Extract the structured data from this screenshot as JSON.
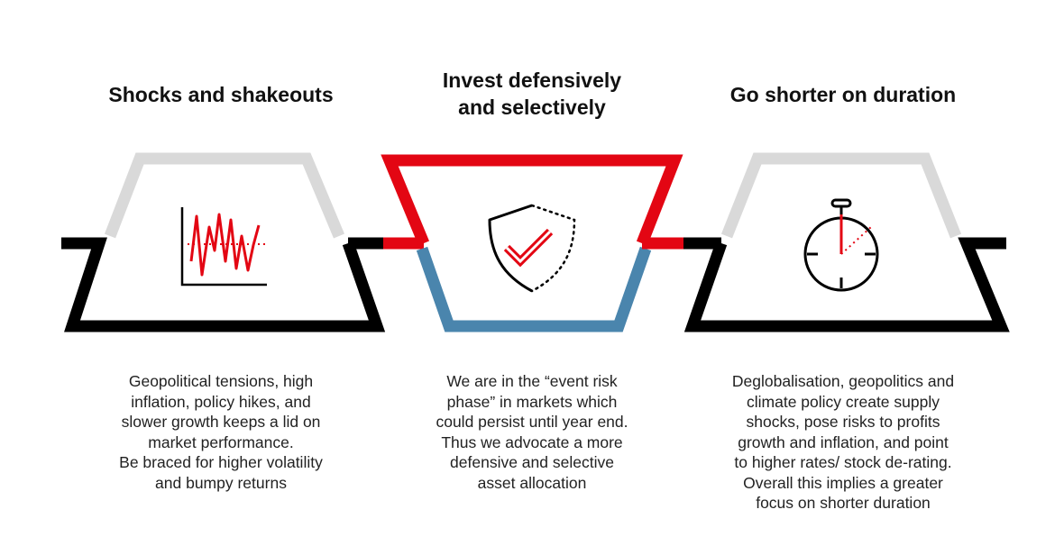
{
  "panels": [
    {
      "title_lines": [
        "Shocks and shakeouts"
      ],
      "icon": "volatile-line-chart-icon",
      "desc_lines": [
        "Geopolitical tensions, high",
        "inflation, policy hikes, and",
        "slower growth keeps a lid on",
        "market performance.",
        "Be braced for higher volatility",
        "and bumpy returns"
      ]
    },
    {
      "title_lines": [
        "Invest defensively",
        "and selectively"
      ],
      "icon": "shield-check-icon",
      "desc_lines": [
        "We are in the “event risk",
        "phase” in markets which",
        "could persist until year end.",
        "Thus we advocate a more",
        "defensive and selective",
        "asset allocation"
      ]
    },
    {
      "title_lines": [
        "Go shorter on duration"
      ],
      "icon": "stopwatch-icon",
      "desc_lines": [
        "Deglobalisation, geopolitics and",
        "climate policy create supply",
        "shocks, pose risks to profits",
        "growth and inflation, and point",
        "to higher rates/ stock de-rating.",
        "Overall this implies a greater",
        "focus on shorter duration"
      ]
    }
  ],
  "colors": {
    "black": "#000000",
    "grey": "#d9d9d9",
    "red": "#e30613",
    "blue": "#4a85ad"
  }
}
